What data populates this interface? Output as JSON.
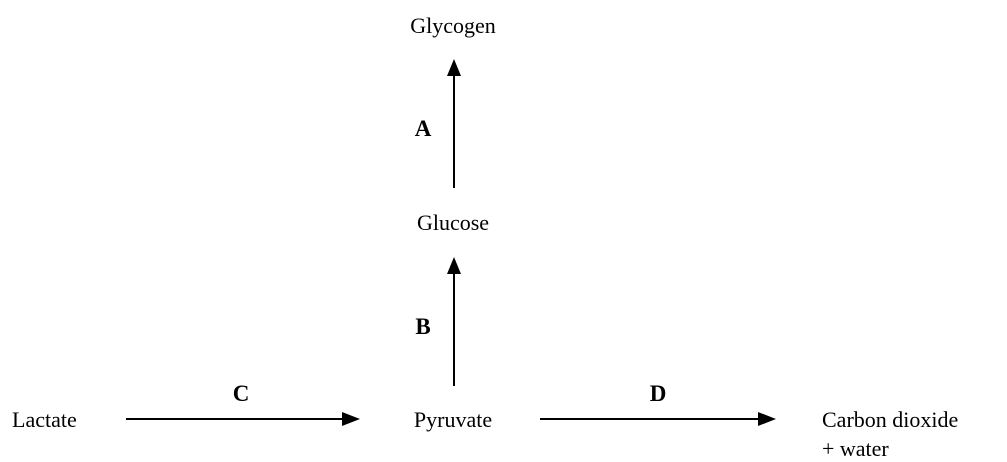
{
  "nodes": {
    "glycogen": "Glycogen",
    "glucose": "Glucose",
    "lactate": "Lactate",
    "pyruvate": "Pyruvate",
    "carbon_dioxide_line1": "Carbon dioxide",
    "carbon_dioxide_line2": "+ water"
  },
  "edges": {
    "a": "A",
    "b": "B",
    "c": "C",
    "d": "D"
  },
  "colors": {
    "line": "#000000",
    "text": "#000000",
    "background": "#ffffff"
  }
}
